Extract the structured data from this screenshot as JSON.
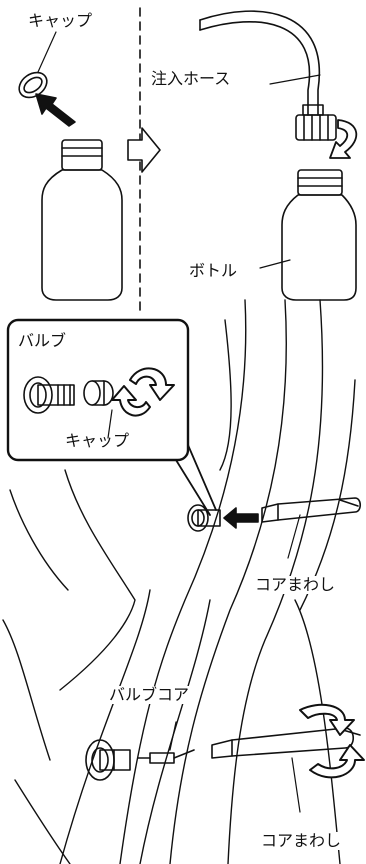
{
  "labels": {
    "cap_top": "キャップ",
    "injection_hose": "注入ホース",
    "bottle": "ボトル",
    "valve": "バルブ",
    "cap_inset": "キャップ",
    "core_wrench_1": "コアまわし",
    "valve_core": "バルブコア",
    "core_wrench_2": "コアまわし"
  },
  "colors": {
    "ink": "#111111",
    "fill": "#ffffff",
    "shade": "#e6e6e6"
  },
  "icons": [
    "rotate-arrow-icon",
    "push-arrow-icon",
    "right-arrow-icon",
    "rotate-arrow-icon"
  ]
}
